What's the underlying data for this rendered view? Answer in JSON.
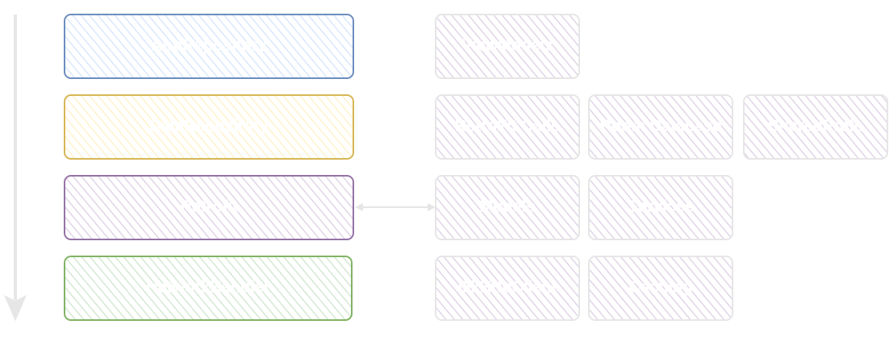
{
  "diagram": {
    "layers": [
      {
        "label": "AppRepository",
        "stroke": "#6c8ebf",
        "fill": "#dae8fc"
      },
      {
        "label": "DataRepository",
        "stroke": "#d6b656",
        "fill": "#fff2cc"
      },
      {
        "label": "Retrofit",
        "stroke": "#9673a6",
        "fill": "#e1d5e7"
      },
      {
        "label": "NetworkHandler",
        "stroke": "#82b366",
        "fill": "#d5e8d4"
      }
    ],
    "modules": [
      {
        "label": "ViewModels"
      },
      {
        "label": "RetroFit Calls"
      },
      {
        "label": "Room Database"
      },
      {
        "label": "SharedPrefs"
      },
      {
        "label": "Models"
      },
      {
        "label": "Services"
      },
      {
        "label": "OkHttpClient"
      },
      {
        "label": "Caching"
      }
    ],
    "module_style": {
      "stroke": "#e6e6e6",
      "fill": "#e1d5e7"
    },
    "arrow_color": "#e6e6e6"
  }
}
